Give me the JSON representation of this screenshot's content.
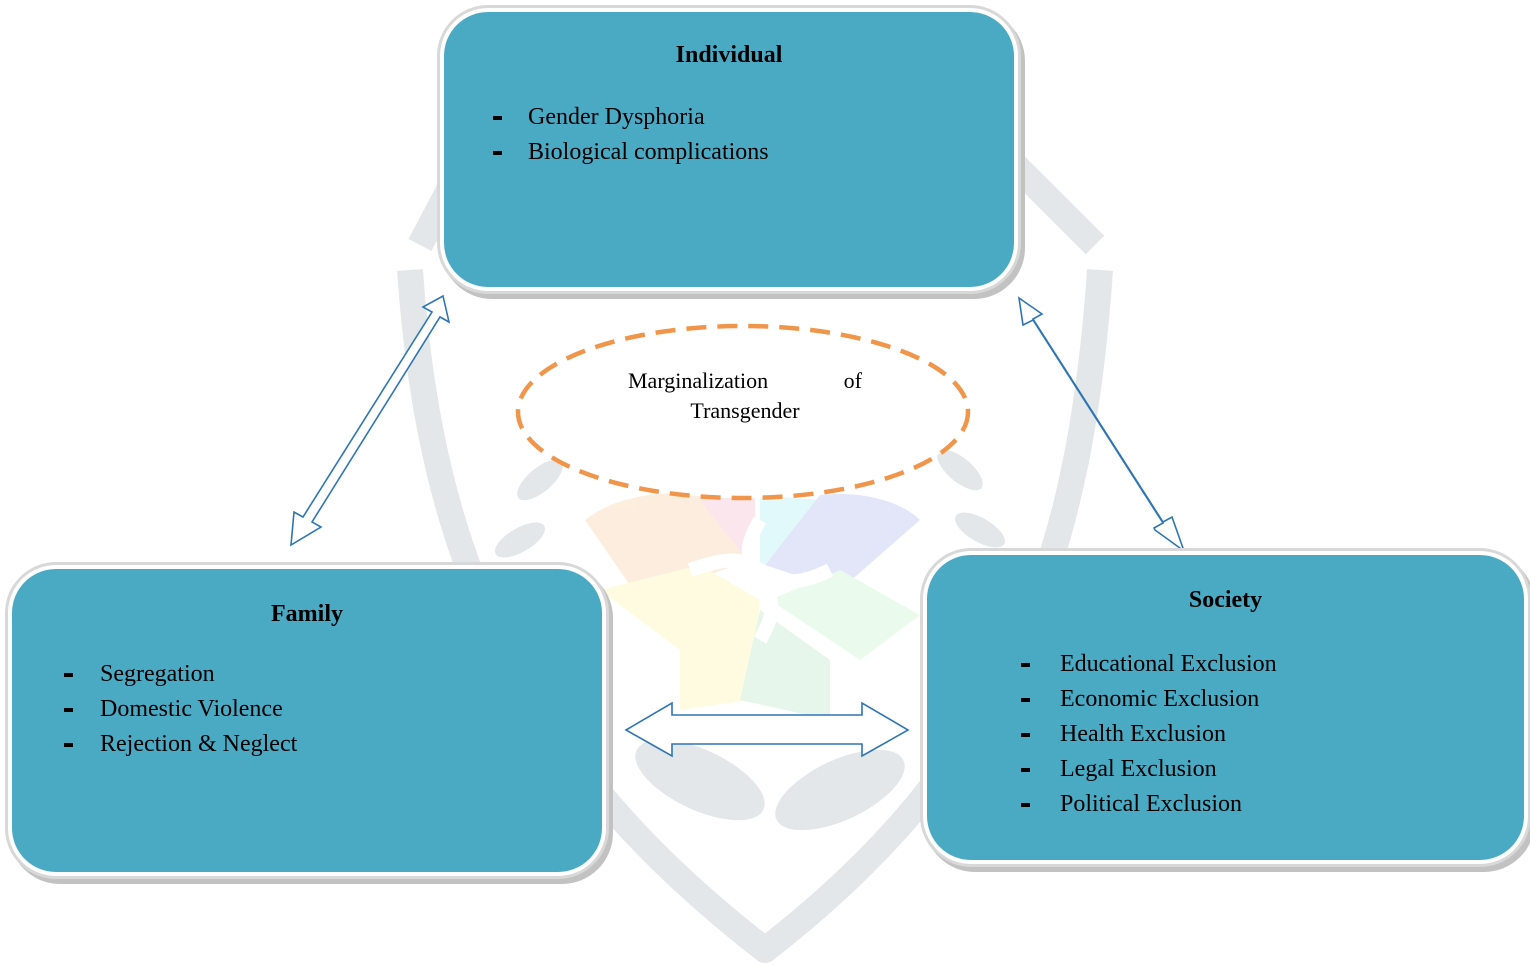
{
  "diagram": {
    "center": {
      "line1": "Marginalization of",
      "line2": "Transgender",
      "border_color": "#f0954a"
    },
    "individual": {
      "title": "Individual",
      "items": [
        "Gender Dysphoria",
        "Biological complications"
      ]
    },
    "family": {
      "title": "Family",
      "items": [
        "Segregation",
        "Domestic Violence",
        "Rejection & Neglect"
      ]
    },
    "society": {
      "title": "Society",
      "items": [
        "Educational Exclusion",
        "Economic Exclusion",
        "Health Exclusion",
        "Legal Exclusion",
        "Political Exclusion"
      ]
    },
    "colors": {
      "box_fill": "#4aaac4",
      "arrow_stroke": "#2e75b6"
    }
  }
}
